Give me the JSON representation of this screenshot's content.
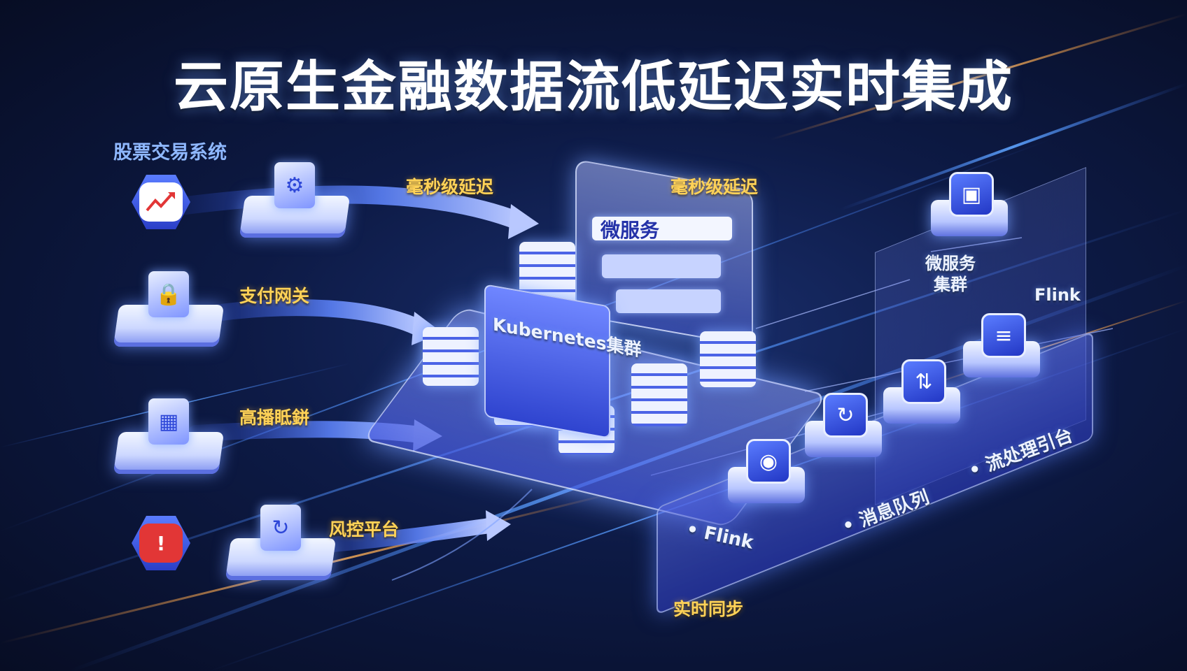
{
  "title": "云原生金融数据流低延迟实时集成",
  "section_label": "股票交易系统",
  "sources": [
    {
      "label": "毫秒级延迟"
    },
    {
      "label": "支付网关"
    },
    {
      "label": "高播眡鉼"
    },
    {
      "label": "风控平台"
    }
  ],
  "center": {
    "top_label": "毫秒级延迟",
    "panel_label": "微服务",
    "front_label": "Kubernetes集群"
  },
  "right": {
    "cluster_label_line1": "微服务",
    "cluster_label_line2": "集群",
    "flink_top": "Flink",
    "flink_bottom": "• Flink",
    "queue_label": "• 消息队列",
    "engine_label": "• 流处理引台"
  },
  "bottom_label": "实时同步",
  "icons": {
    "stock": "chart-up-icon",
    "risk": "alert-icon"
  },
  "colors": {
    "accent": "#4b63e6",
    "gold": "#ffd257",
    "glow": "#7fa2ff"
  }
}
